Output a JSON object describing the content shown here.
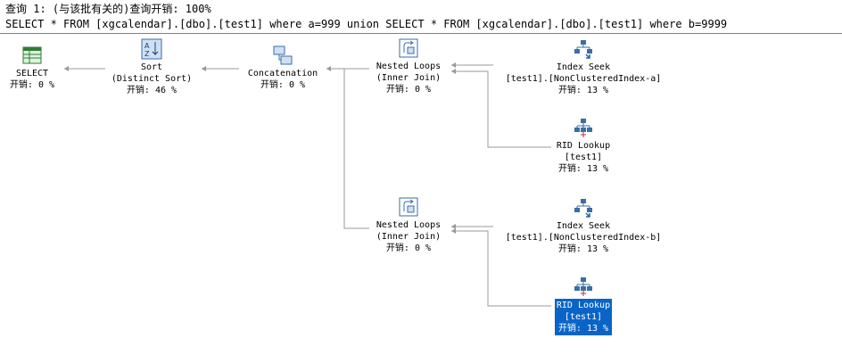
{
  "header": {
    "line1": "查询 1: (与该批有关的)查询开销: 100%",
    "line2": "SELECT * FROM [xgcalendar].[dbo].[test1] where a=999 union SELECT * FROM [xgcalendar].[dbo].[test1] where b=9999"
  },
  "nodes": {
    "select": {
      "name": "SELECT",
      "cost": "开销: 0 %",
      "icon": "select-icon"
    },
    "sort": {
      "name": "Sort",
      "sub": "(Distinct Sort)",
      "cost": "开销: 46 %",
      "icon": "sort-icon"
    },
    "concat": {
      "name": "Concatenation",
      "cost": "开销: 0 %",
      "icon": "concatenation-icon"
    },
    "nl1": {
      "name": "Nested Loops",
      "sub": "(Inner Join)",
      "cost": "开销: 0 %",
      "icon": "nested-loops-icon"
    },
    "seek1": {
      "name": "Index Seek",
      "sub": "[test1].[NonClusteredIndex-a]",
      "cost": "开销: 13 %",
      "icon": "index-seek-icon"
    },
    "rid1": {
      "name": "RID Lookup",
      "sub": "[test1]",
      "cost": "开销: 13 %",
      "icon": "rid-lookup-icon"
    },
    "nl2": {
      "name": "Nested Loops",
      "sub": "(Inner Join)",
      "cost": "开销: 0 %",
      "icon": "nested-loops-icon"
    },
    "seek2": {
      "name": "Index Seek",
      "sub": "[test1].[NonClusteredIndex-b]",
      "cost": "开销: 13 %",
      "icon": "index-seek-icon"
    },
    "rid2": {
      "name": "RID Lookup",
      "sub": "[test1]",
      "cost": "开销: 13 %",
      "icon": "rid-lookup-icon",
      "selected": true
    }
  }
}
